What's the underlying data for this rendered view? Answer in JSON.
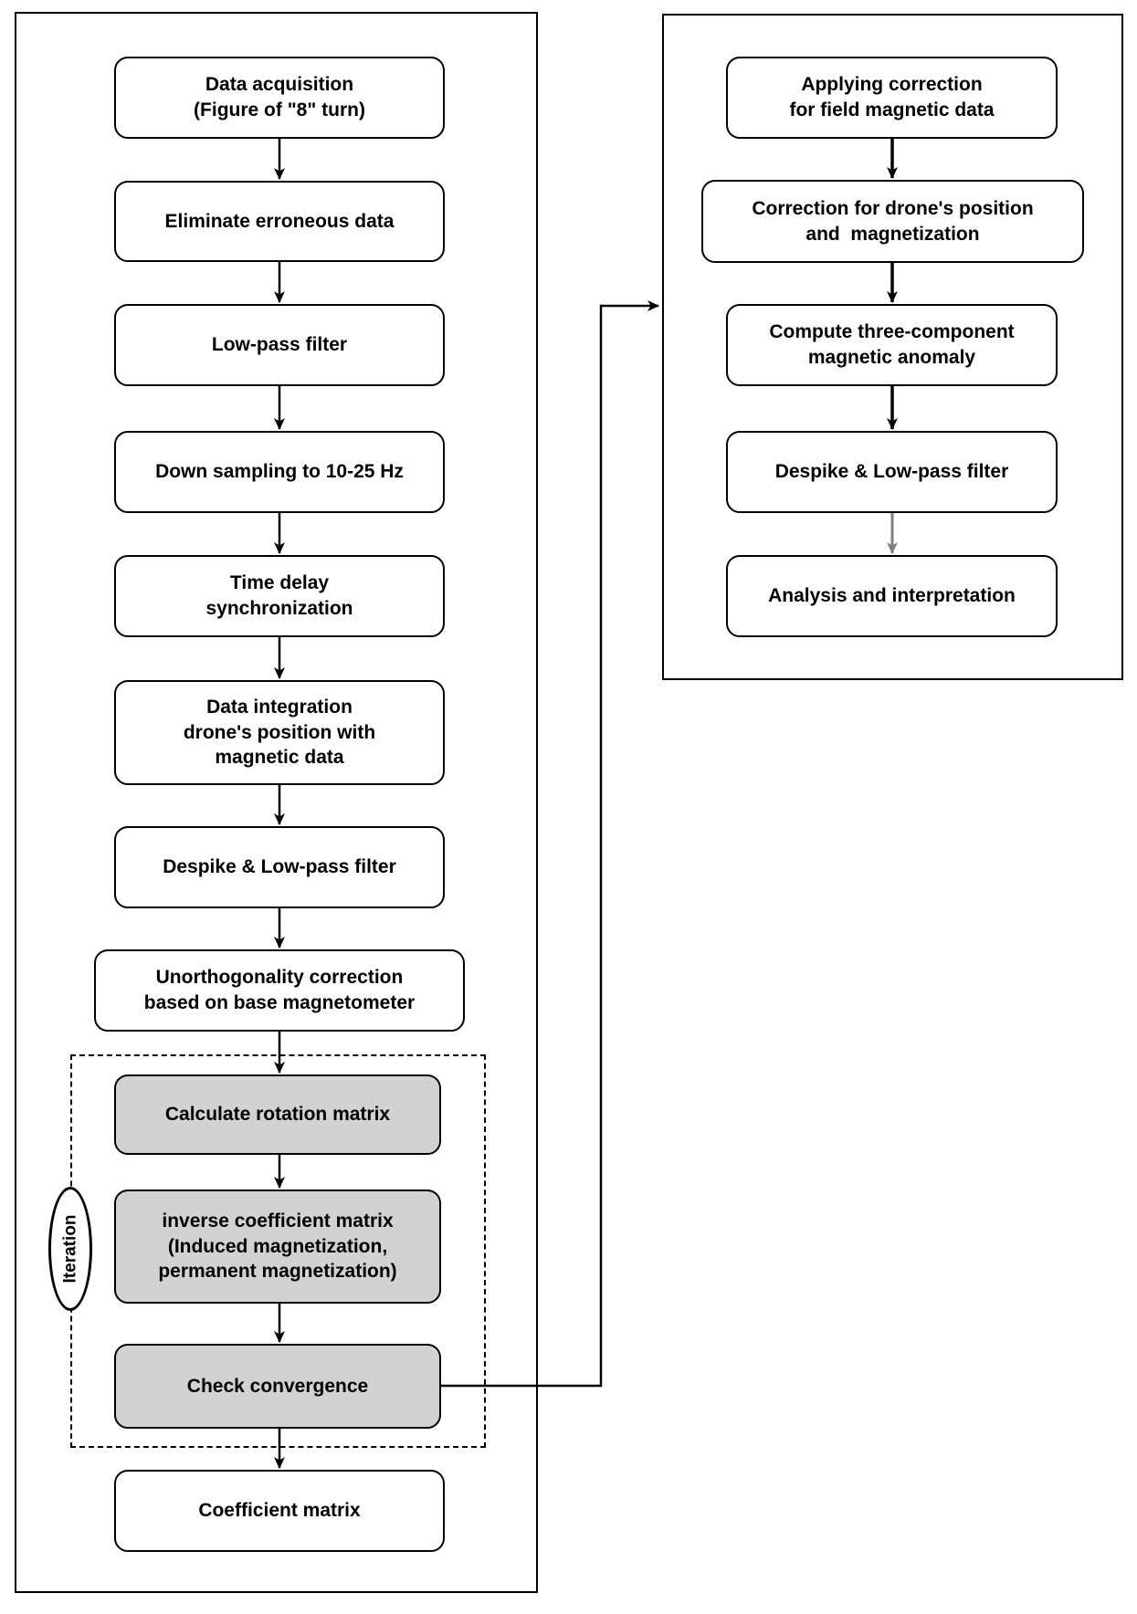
{
  "left_panel": {
    "nodes": [
      {
        "id": "data-acquisition",
        "label": "Data acquisition\n(Figure of \"8\" turn)",
        "fill": "white"
      },
      {
        "id": "eliminate-erroneous-data",
        "label": "Eliminate erroneous data",
        "fill": "white"
      },
      {
        "id": "low-pass-filter",
        "label": "Low-pass filter",
        "fill": "white"
      },
      {
        "id": "down-sampling",
        "label": "Down sampling to 10-25 Hz",
        "fill": "white"
      },
      {
        "id": "time-delay-synchronization",
        "label": "Time delay\nsynchronization",
        "fill": "white"
      },
      {
        "id": "data-integration",
        "label": "Data integration\ndrone's position with\nmagnetic data",
        "fill": "white"
      },
      {
        "id": "despike-low-pass",
        "label": "Despike & Low-pass filter",
        "fill": "white"
      },
      {
        "id": "unorthogonality-correction",
        "label": "Unorthogonality correction\nbased on base magnetometer",
        "fill": "white"
      },
      {
        "id": "calculate-rotation-matrix",
        "label": "Calculate rotation matrix",
        "fill": "gray"
      },
      {
        "id": "inverse-coefficient-matrix",
        "label": "inverse coefficient matrix\n(Induced magnetization,\npermanent magnetization)",
        "fill": "gray"
      },
      {
        "id": "check-convergence",
        "label": "Check convergence",
        "fill": "gray"
      },
      {
        "id": "coefficient-matrix",
        "label": "Coefficient matrix",
        "fill": "white"
      }
    ],
    "iteration_label": "Iteration"
  },
  "right_panel": {
    "nodes": [
      {
        "id": "applying-correction",
        "label": "Applying correction\nfor field magnetic data",
        "fill": "white"
      },
      {
        "id": "correction-drone-position",
        "label": "Correction for drone's position\nand  magnetization",
        "fill": "white"
      },
      {
        "id": "compute-three-component",
        "label": "Compute three-component\nmagnetic anomaly",
        "fill": "white"
      },
      {
        "id": "despike-low-pass",
        "label": "Despike & Low-pass filter",
        "fill": "white"
      },
      {
        "id": "analysis-interpretation",
        "label": "Analysis and interpretation",
        "fill": "white"
      }
    ]
  },
  "colors": {
    "node_border": "#000000",
    "node_fill_white": "#ffffff",
    "node_fill_gray": "#d2d2d2",
    "arrow_black": "#000000",
    "arrow_gray": "#7f7f7f"
  }
}
